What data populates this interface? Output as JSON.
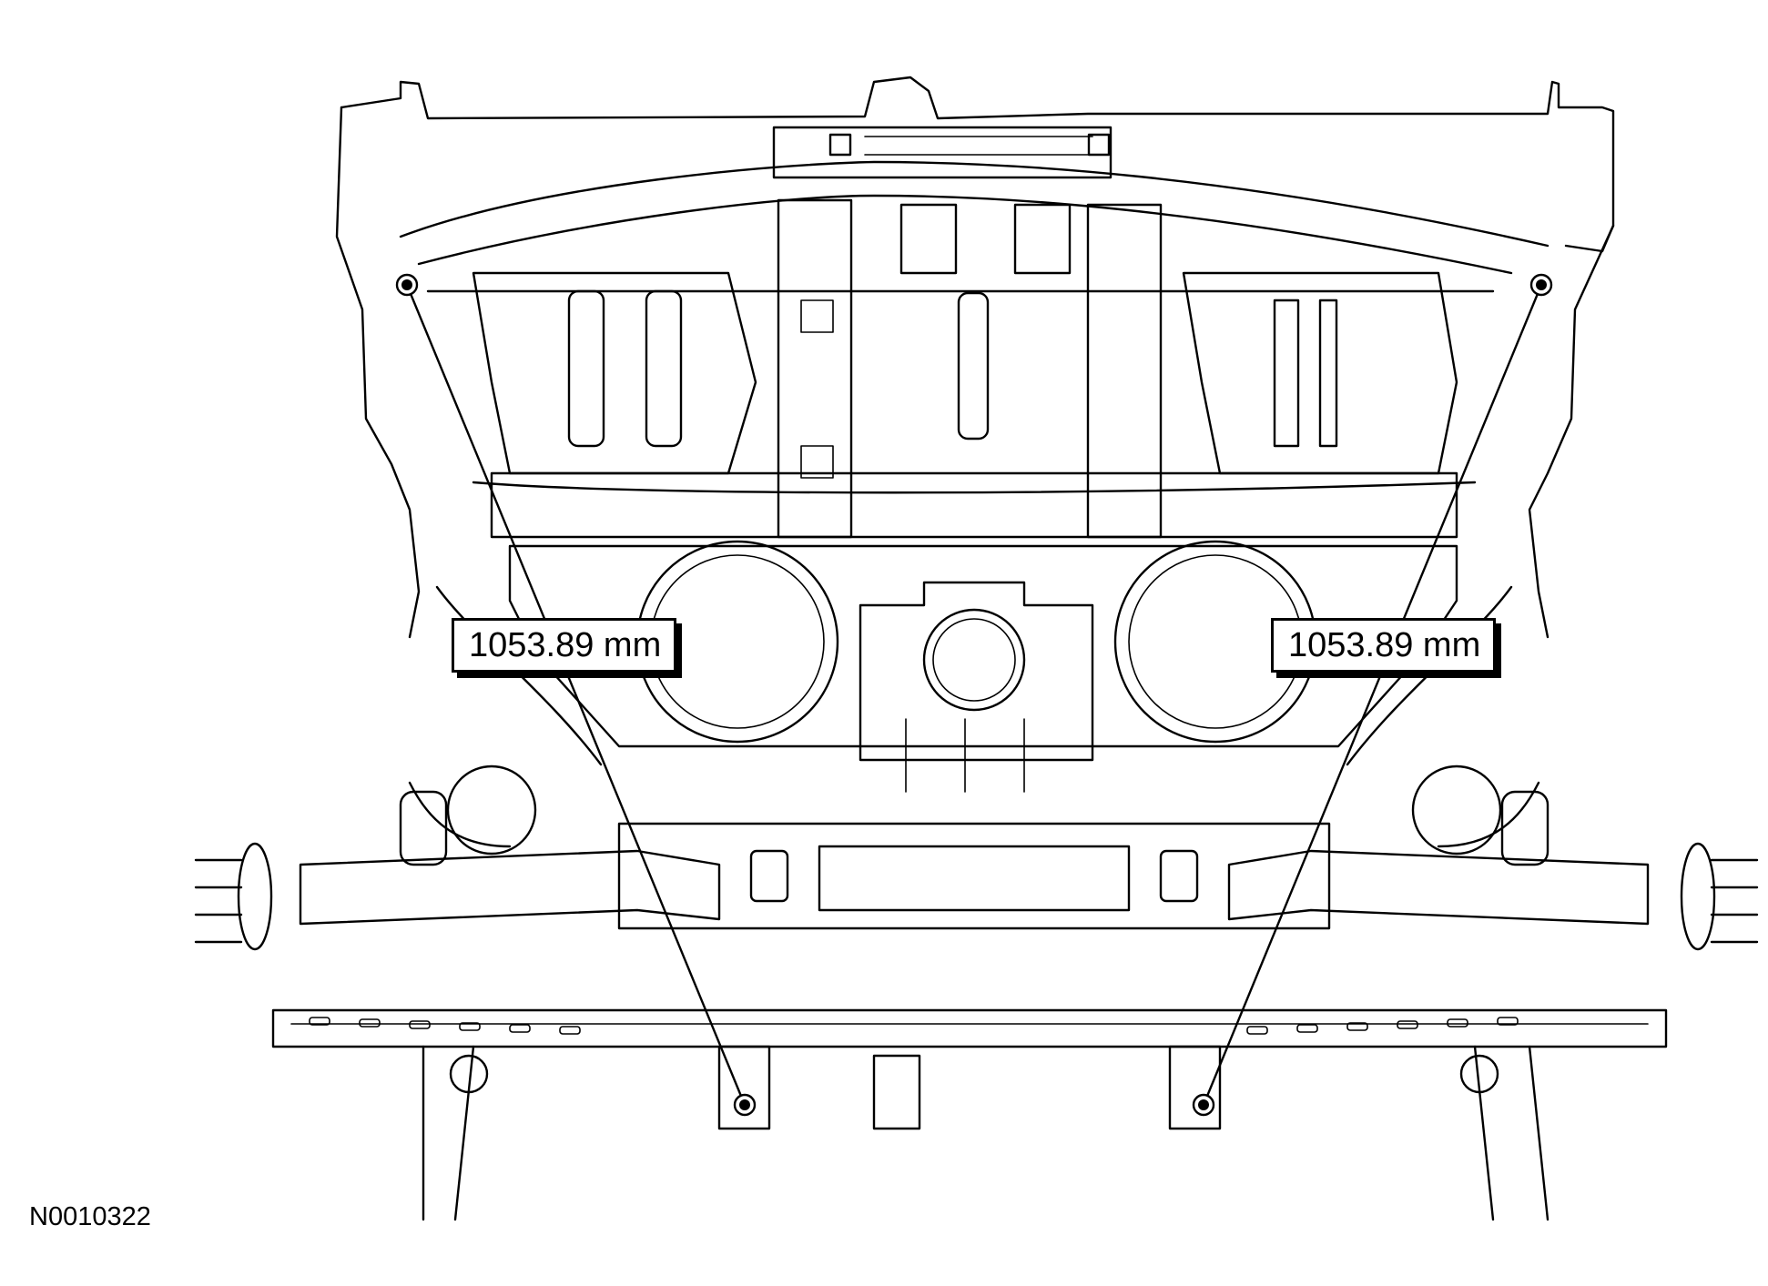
{
  "diagram": {
    "measurements": [
      {
        "id": "left",
        "text": "1053.89 mm"
      },
      {
        "id": "right",
        "text": "1053.89 mm"
      }
    ],
    "figure_id": "N0010322"
  }
}
